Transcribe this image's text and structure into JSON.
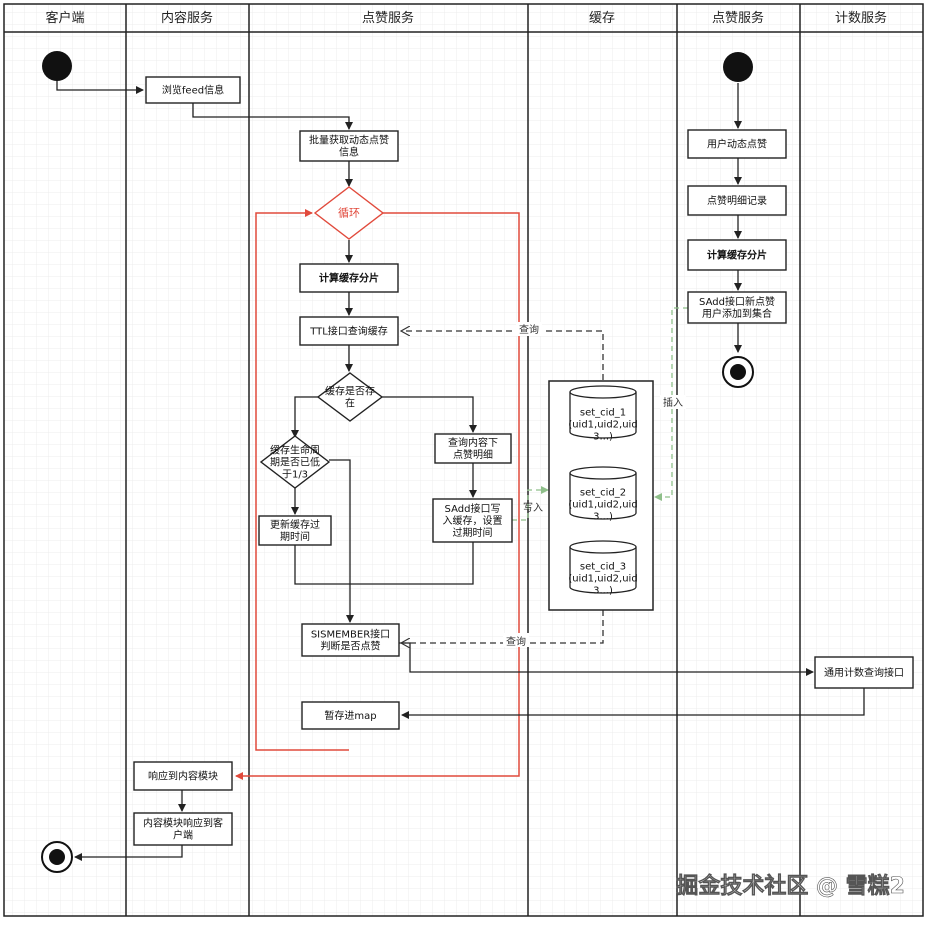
{
  "lanes": [
    "客户端",
    "内容服务",
    "点赞服务",
    "缓存",
    "点赞服务",
    "计数服务"
  ],
  "nodes": {
    "browse_feed": [
      "浏览feed信息"
    ],
    "batch_get": [
      "批量获取动态点赞",
      "信息"
    ],
    "loop": [
      "循环"
    ],
    "calc_shard_left": [
      "计算缓存分片"
    ],
    "ttl_query": [
      "TTL接口查询缓存"
    ],
    "cache_exists": [
      "缓存是否存",
      "在"
    ],
    "ttl_check": [
      "缓存生命周",
      "期是否已低",
      "于1/3"
    ],
    "update_expire": [
      "更新缓存过",
      "期时间"
    ],
    "query_detail": [
      "查询内容下",
      "点赞明细"
    ],
    "sadd_write": [
      "SAdd接口写",
      "入缓存，设置",
      "过期时间"
    ],
    "sismember": [
      "SISMEMBER接口",
      "判断是否点赞"
    ],
    "save_map": [
      "暂存进map"
    ],
    "respond_content": [
      "响应到内容模块"
    ],
    "respond_client": [
      "内容模块响应到客",
      "户端"
    ],
    "user_like": [
      "用户动态点赞"
    ],
    "like_record": [
      "点赞明细记录"
    ],
    "calc_shard_right": [
      "计算缓存分片"
    ],
    "sadd_new": [
      "SAdd接口新点赞",
      "用户添加到集合"
    ],
    "count_query": [
      "通用计数查询接口"
    ],
    "set1": [
      "set_cid_1",
      "(uid1,uid2,uid",
      "3...)"
    ],
    "set2": [
      "set_cid_2",
      "(uid1,uid2,uid",
      "3...)"
    ],
    "set3": [
      "set_cid_3",
      "(uid1,uid2,uid",
      "3...)"
    ]
  },
  "edge_labels": {
    "query_top": "查询",
    "query_bottom": "查询",
    "write": "写入",
    "insert": "插入"
  },
  "watermark": "掘金技术社区 @ 雪糕2",
  "colors": {
    "loop": "#e14a3c",
    "insert_edge": "#8fbf8a",
    "grid": "#e6e6e6",
    "line": "#222222"
  }
}
